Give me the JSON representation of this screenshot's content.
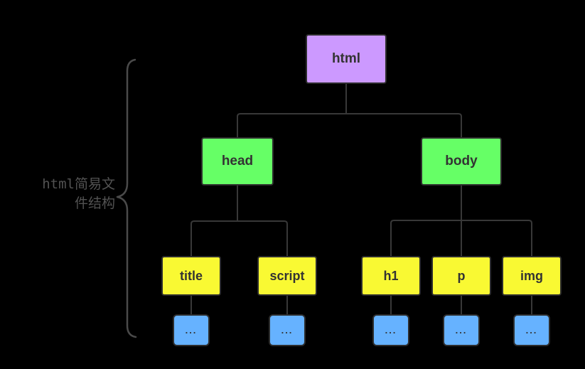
{
  "annotation": {
    "line1": "html简易文",
    "line2": "件结构",
    "full_text": "html简易文件结构"
  },
  "nodes": {
    "html": "html",
    "head": "head",
    "body": "body",
    "title": "title",
    "script": "script",
    "h1": "h1",
    "p": "p",
    "img": "img"
  },
  "leaf_label": "...",
  "structure": {
    "html": [
      "head",
      "body"
    ],
    "head": [
      "title",
      "script"
    ],
    "body": [
      "h1",
      "p",
      "img"
    ],
    "title": [
      "..."
    ],
    "script": [
      "..."
    ],
    "h1": [
      "..."
    ],
    "p": [
      "..."
    ],
    "img": [
      "..."
    ]
  },
  "colors": {
    "background": "#000000",
    "root_fill": "#cc99ff",
    "level2_fill": "#66ff66",
    "level3_fill": "#f9f933",
    "leaf_fill": "#66b2ff",
    "node_border": "#2d2d2d",
    "node_text": "#333333",
    "connector_line": "#383838",
    "brace": "#4a4a4a",
    "annotation_text": "#525252"
  }
}
